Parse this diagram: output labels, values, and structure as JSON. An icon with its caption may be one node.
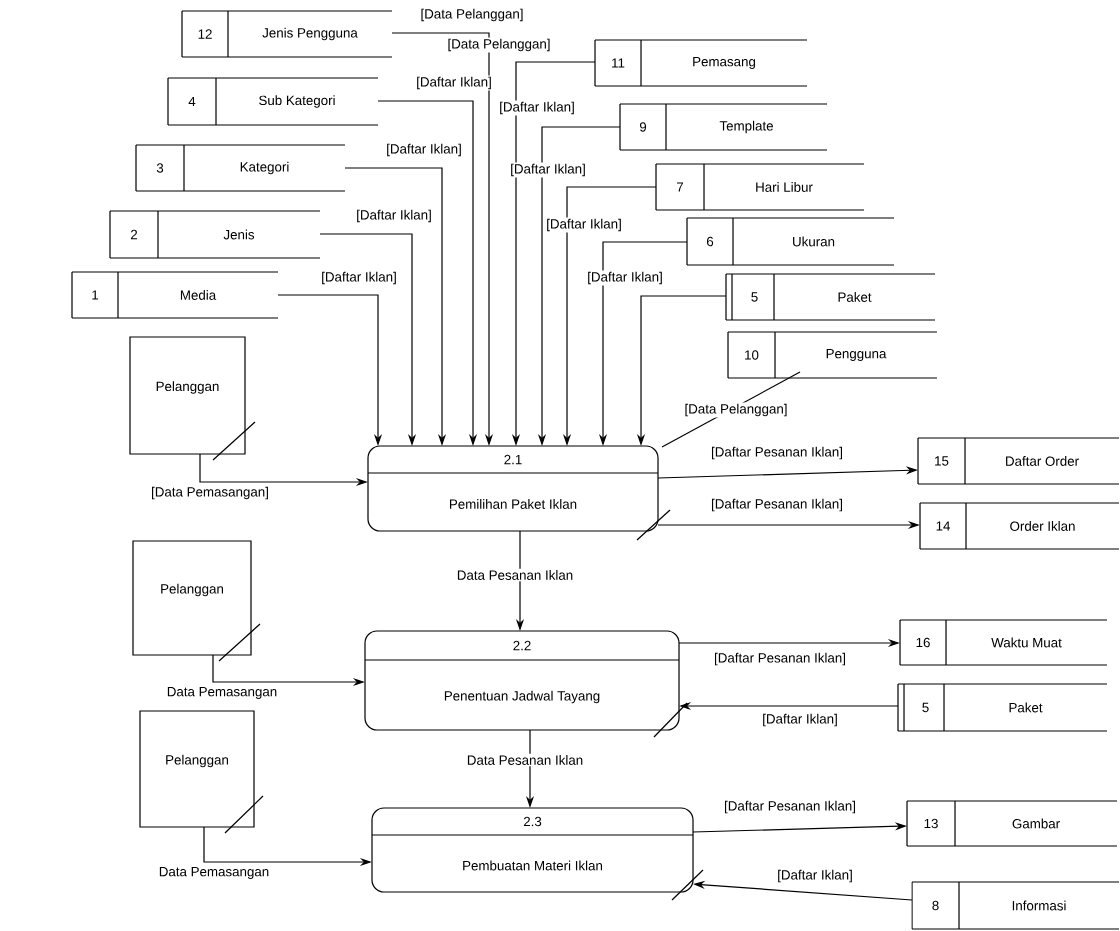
{
  "diagram": {
    "nodes": [
      {
        "text": [
          "12",
          "Jenis Pengguna"
        ]
      },
      {
        "text": [
          "4",
          "Sub Kategori"
        ]
      },
      {
        "text": [
          "11",
          "Pemasang"
        ]
      },
      {
        "text": [
          "9",
          "Template"
        ]
      },
      {
        "text": [
          "3",
          "Kategori"
        ]
      },
      {
        "text": [
          "7",
          "Hari Libur"
        ]
      },
      {
        "text": [
          "2",
          "Jenis"
        ]
      },
      {
        "text": [
          "6",
          "Ukuran"
        ]
      },
      {
        "text": [
          "1",
          "Media"
        ]
      },
      {
        "text": [
          "5",
          "Paket"
        ]
      },
      {
        "text": [
          "10",
          "Pengguna"
        ]
      },
      {
        "text": [
          "Pelanggan"
        ]
      },
      {
        "text": [
          "2.1",
          "Pemilihan Paket Iklan"
        ]
      },
      {
        "text": [
          "15",
          "Daftar Order"
        ]
      },
      {
        "text": [
          "14",
          "Order Iklan"
        ]
      },
      {
        "text": [
          "Pelanggan"
        ]
      },
      {
        "text": [
          "2.2",
          "Penentuan Jadwal Tayang"
        ]
      },
      {
        "text": [
          "16",
          "Waktu Muat"
        ]
      },
      {
        "text": [
          "5",
          "Paket"
        ]
      },
      {
        "text": [
          "Pelanggan"
        ]
      },
      {
        "text": [
          "2.3",
          "Pembuatan Materi Iklan"
        ]
      },
      {
        "text": [
          "13",
          "Gambar"
        ]
      },
      {
        "text": [
          "8",
          "Informasi"
        ]
      }
    ],
    "edges": [
      {
        "from": 0,
        "to": 12,
        "arrow": "to",
        "label": "[Data Pelanggan]"
      },
      {
        "from": 2,
        "to": 12,
        "arrow": "to",
        "label": "[Data Pelanggan]"
      },
      {
        "from": 1,
        "to": 12,
        "arrow": "to",
        "label": "[Daftar Iklan]"
      },
      {
        "from": 3,
        "to": 12,
        "arrow": "to",
        "label": "[Daftar Iklan]"
      },
      {
        "from": 4,
        "to": 12,
        "arrow": "to",
        "label": "[Daftar Iklan]"
      },
      {
        "from": 5,
        "to": 12,
        "arrow": "to",
        "label": "[Daftar Iklan]"
      },
      {
        "from": 6,
        "to": 12,
        "arrow": "to",
        "label": "[Daftar Iklan]"
      },
      {
        "from": 7,
        "to": 12,
        "arrow": "to",
        "label": "[Daftar Iklan]"
      },
      {
        "from": 8,
        "to": 12,
        "arrow": "to",
        "label": "[Daftar Iklan]"
      },
      {
        "from": 9,
        "to": 12,
        "arrow": "to",
        "label": "[Daftar Iklan]"
      },
      {
        "from": 10,
        "to": 12,
        "arrow": "none",
        "label": "[Data Pelanggan]"
      },
      {
        "from": 11,
        "to": 12,
        "arrow": "to",
        "label": "[Data Pemasangan]"
      },
      {
        "from": 12,
        "to": 13,
        "arrow": "to",
        "label": "[Daftar Pesanan Iklan]"
      },
      {
        "from": 12,
        "to": 14,
        "arrow": "to",
        "label": "[Daftar Pesanan Iklan]"
      },
      {
        "from": 12,
        "to": 16,
        "arrow": "to",
        "label": "Data Pesanan Iklan"
      },
      {
        "from": 15,
        "to": 16,
        "arrow": "to",
        "label": "Data Pemasangan"
      },
      {
        "from": 16,
        "to": 17,
        "arrow": "to",
        "label": "[Daftar Pesanan Iklan]"
      },
      {
        "from": 18,
        "to": 16,
        "arrow": "to",
        "label": "[Daftar Iklan]"
      },
      {
        "from": 16,
        "to": 20,
        "arrow": "to",
        "label": "Data Pesanan Iklan"
      },
      {
        "from": 19,
        "to": 20,
        "arrow": "to",
        "label": "Data Pemasangan"
      },
      {
        "from": 20,
        "to": 21,
        "arrow": "to",
        "label": "[Daftar Pesanan Iklan]"
      },
      {
        "from": 22,
        "to": 20,
        "arrow": "to",
        "label": "[Daftar Iklan]"
      }
    ]
  }
}
